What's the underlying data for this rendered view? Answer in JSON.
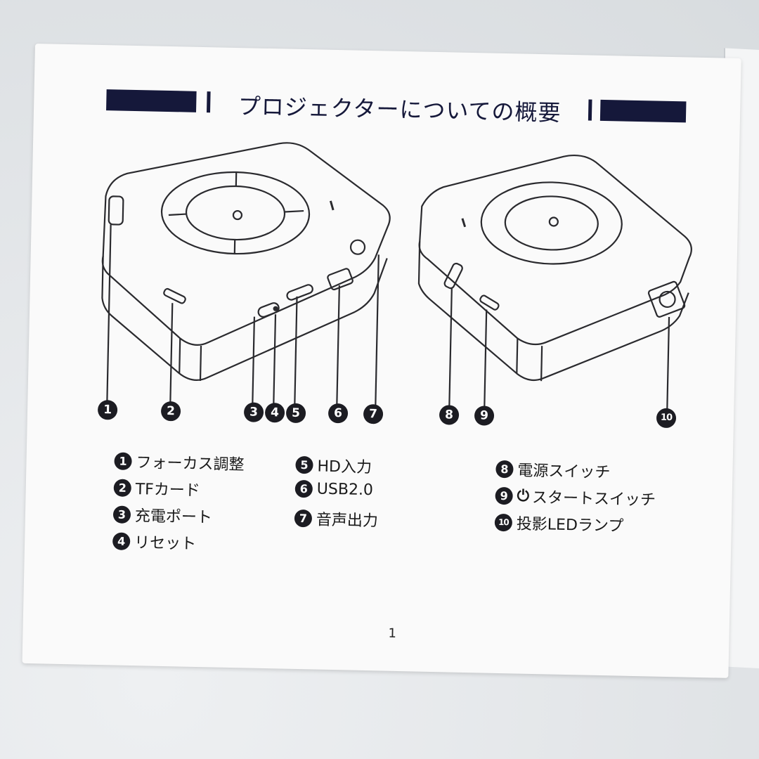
{
  "title": "プロジェクターについての概要",
  "callouts": [
    "1",
    "2",
    "3",
    "4",
    "5",
    "6",
    "7",
    "8",
    "9",
    "10"
  ],
  "legend": [
    {
      "num": "1",
      "label": "フォーカス調整"
    },
    {
      "num": "2",
      "label": "TFカード"
    },
    {
      "num": "3",
      "label": "充電ポート"
    },
    {
      "num": "4",
      "label": "リセット"
    },
    {
      "num": "5",
      "label": "HD入力"
    },
    {
      "num": "6",
      "label": "USB2.0"
    },
    {
      "num": "7",
      "label": "音声出力"
    },
    {
      "num": "8",
      "label": "電源スイッチ"
    },
    {
      "num": "9",
      "label": "スタートスイッチ",
      "icon": "power-icon"
    },
    {
      "num": "10",
      "label": "投影LEDランプ"
    }
  ],
  "page_number": "1",
  "colors": {
    "ink": "#15183a",
    "badge": "#1c1c22",
    "paper": "#fafafa",
    "line": "#2a2a2e"
  }
}
